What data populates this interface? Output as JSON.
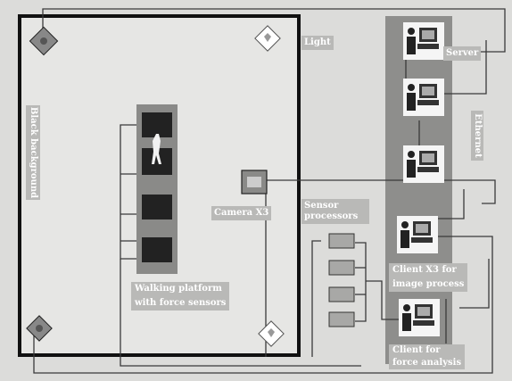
{
  "labels": {
    "light": "Light",
    "black_background": "Black background",
    "camera": "Camera X3",
    "sensor_processors": "Sensor processors",
    "walking_platform_line1": "Walking platform",
    "walking_platform_line2": "with force sensors",
    "server": "Server",
    "ethernet": "Ethernet",
    "client_image_line1": "Client  X3 for",
    "client_image_line2": "image process",
    "client_force_line1": "Client for",
    "client_force_line2": "force analysis"
  },
  "colors": {
    "stage_bg": "#dcdcda",
    "room_fill": "#e6e6e4",
    "room_border": "#111111",
    "label_bg": "#b9b9b7",
    "rack_fill": "#8e8e8c",
    "wire": "#3a3a3a",
    "sensor_plate": "#222222",
    "platform_fill": "#8a8a88",
    "processor_fill": "#a8a8a6"
  },
  "icons": [
    "lamp-icon",
    "camera-icon",
    "computer-workstation-icon"
  ]
}
